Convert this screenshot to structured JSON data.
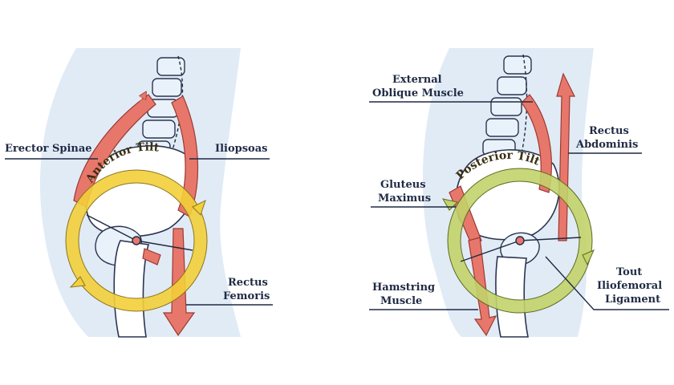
{
  "labels": {
    "erector_spinae": "Erector Spinae",
    "iliopsoas": "Iliopsoas",
    "rectus_femoris_line1": "Rectus",
    "rectus_femoris_line2": "Femoris",
    "external_oblique_line1": "External",
    "external_oblique_line2": "Oblique Muscle",
    "rectus_abdominis_line1": "Rectus",
    "rectus_abdominis_line2": "Abdominis",
    "gluteus_line1": "Gluteus",
    "gluteus_line2": "Maximus",
    "hamstring_line1": "Hamstring",
    "hamstring_line2": "Muscle",
    "tout_line1": "Tout",
    "tout_line2": "Iliofemoral",
    "tout_line3": "Ligament"
  },
  "tilts": {
    "anterior": "Anterior Tilt",
    "posterior": "Posterior Tilt"
  },
  "colors": {
    "body_shade": "#dce8f4",
    "muscle": "#e8776b",
    "anterior_ring": "#f3cf3a",
    "posterior_ring": "#c2d36a",
    "bone_outline": "#2a3550",
    "pivot": "#e8776b"
  }
}
